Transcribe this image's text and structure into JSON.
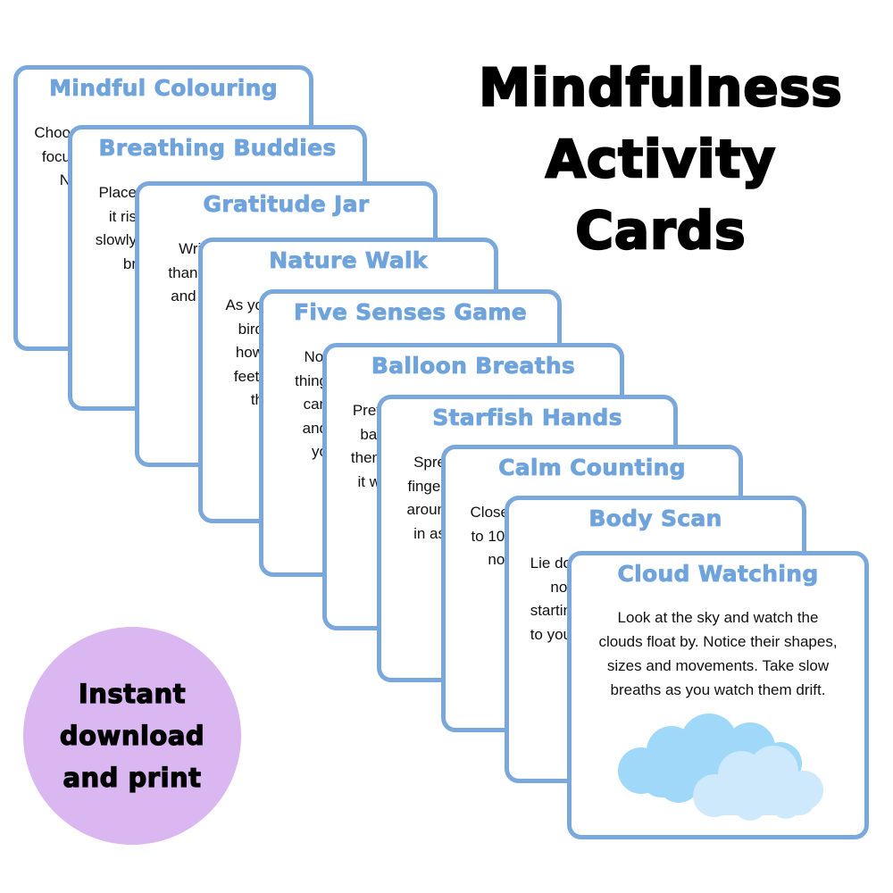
{
  "header": {
    "title_lines": [
      "Mindfulness",
      "Activity",
      "Cards"
    ]
  },
  "badge": {
    "lines": [
      "Instant",
      "download",
      "and print"
    ],
    "color": "#dab7f1"
  },
  "colors": {
    "card_border": "#7aa7dc",
    "card_title": "#6fa3dc",
    "cloud_back": "#9fd8f8",
    "cloud_front": "#cde9fb"
  },
  "cards": [
    {
      "title": "Mindful Colouring",
      "visible_lines": [
        "Choo",
        "focu",
        "N"
      ]
    },
    {
      "title": "Breathing Buddies",
      "visible_lines": [
        "Place",
        "it ris",
        "slowly",
        "br"
      ]
    },
    {
      "title": "Gratitude Jar",
      "visible_lines": [
        "Writ",
        "thank",
        "and r"
      ]
    },
    {
      "title": "Nature Walk",
      "visible_lines": [
        "As yo",
        "bird",
        "how",
        "feet.",
        "th"
      ]
    },
    {
      "title": "Five Senses Game",
      "visible_lines": [
        "Not",
        "thing",
        "can",
        "and",
        "yo"
      ]
    },
    {
      "title": "Balloon Breaths",
      "visible_lines": [
        "Pret",
        "bal",
        "then",
        "it w"
      ]
    },
    {
      "title": "Starfish Hands",
      "visible_lines": [
        "Spre",
        "finger",
        "aroun",
        "in as"
      ]
    },
    {
      "title": "Calm Counting",
      "visible_lines": [
        "Close",
        "to 10.",
        "not"
      ]
    },
    {
      "title": "Body Scan",
      "visible_lines": [
        "Lie do",
        "not",
        "startin",
        "to you"
      ]
    },
    {
      "title": "Cloud Watching",
      "body_lines": [
        "Look at the sky and watch the",
        "clouds float by. Notice their shapes,",
        "sizes and movements. Take slow",
        "breaths as you watch them drift."
      ],
      "illustration": "cloud-icon"
    }
  ]
}
